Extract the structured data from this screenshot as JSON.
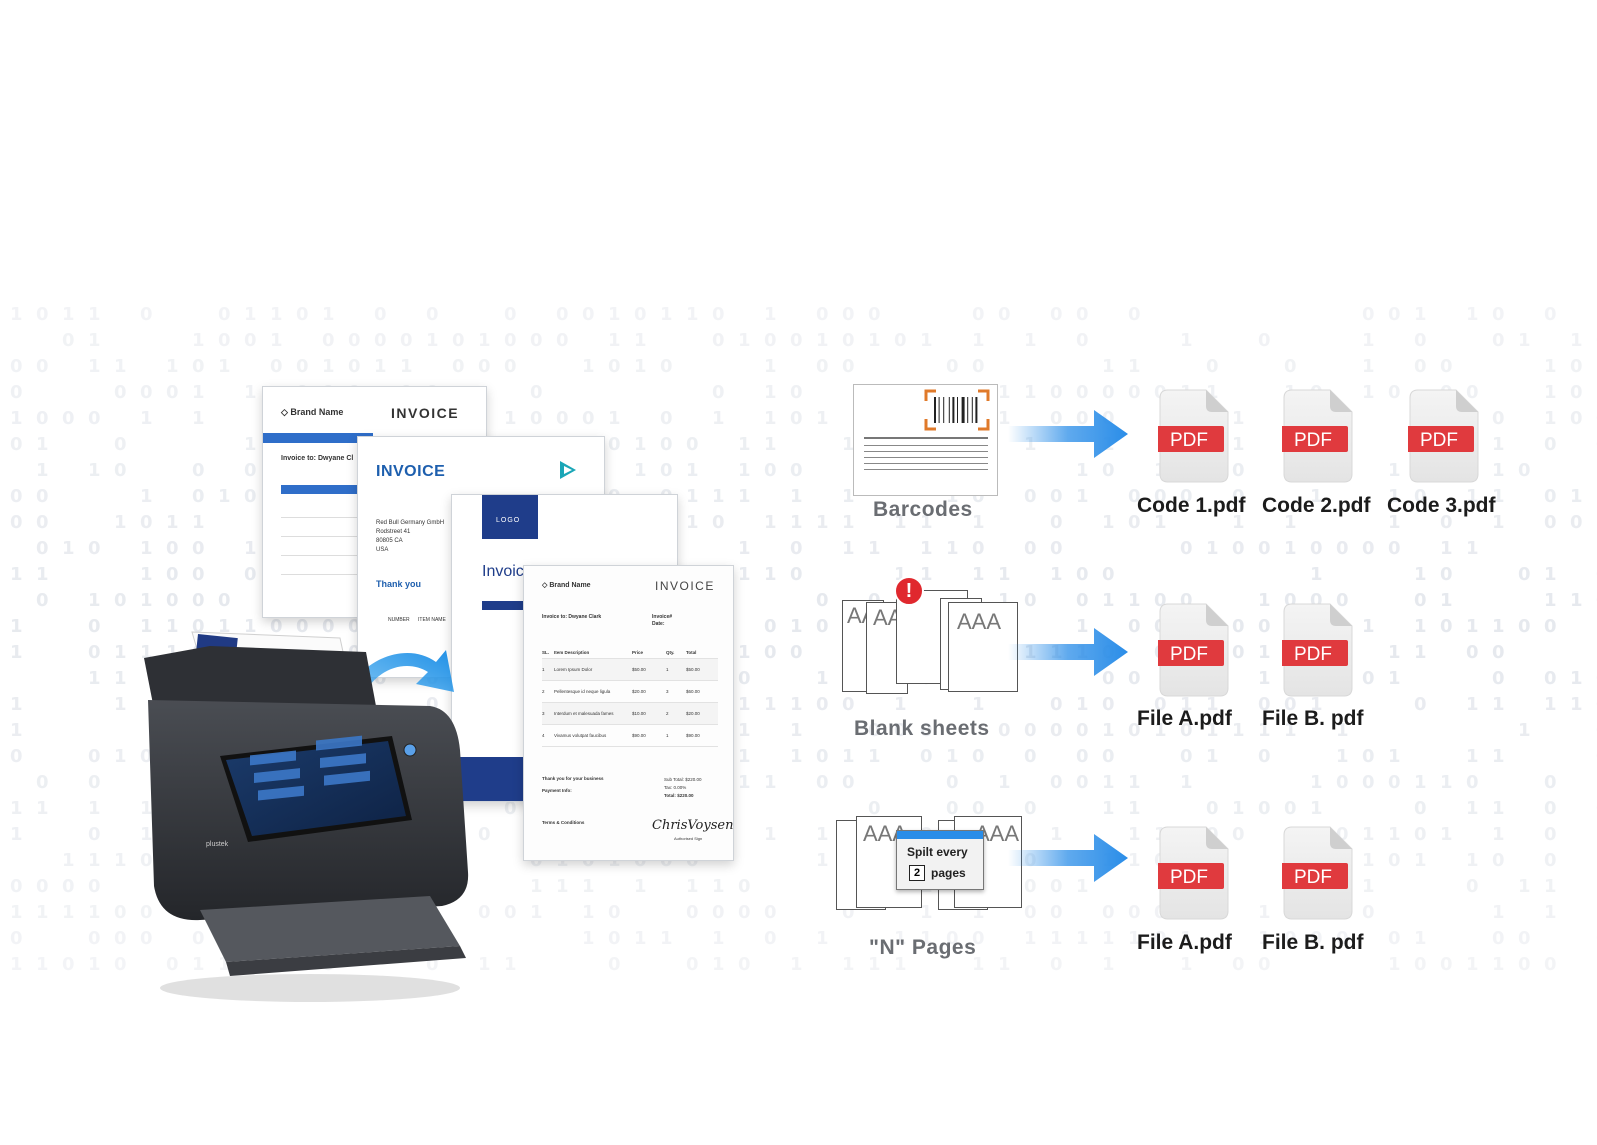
{
  "background": {
    "digit_color": "#e6e9ee"
  },
  "scanner": {
    "brand": "plustek",
    "screen_tiles": [
      "",
      "",
      "",
      "",
      "",
      "",
      "",
      ""
    ]
  },
  "documents": {
    "doc1": {
      "brand": "Brand Name",
      "title": "INVOICE",
      "invoice_to": "Invoice to:",
      "client": "Dwyane Cl"
    },
    "doc2": {
      "title": "INVOICE",
      "address": [
        "Red Bull Germany GmbH",
        "Rodstreet 41",
        "80805 CA",
        "USA"
      ],
      "thanks": "Thank you",
      "col_number": "NUMBER",
      "col_item": "ITEM NAME"
    },
    "doc3": {
      "logo": "LOGO",
      "title": "Invoic"
    },
    "doc4": {
      "brand": "Brand Name",
      "title": "INVOICE",
      "invoice_to": "Invoice to: Dwyane Clark",
      "invoice_no": "Invoice#",
      "date": "Date:",
      "headers": [
        "SL.",
        "Item Description",
        "Price",
        "Qty.",
        "Total"
      ],
      "rows": [
        [
          "1",
          "Lorem Ipsum Dolor",
          "$50.00",
          "1",
          "$50.00"
        ],
        [
          "2",
          "Pellentesque id neque ligula",
          "$20.00",
          "3",
          "$60.00"
        ],
        [
          "3",
          "Interdum et malesuada fames",
          "$10.00",
          "2",
          "$20.00"
        ],
        [
          "4",
          "Vivamus volutpat faucibus",
          "$90.00",
          "1",
          "$90.00"
        ]
      ],
      "thanks": "Thank you for your business",
      "subtotal": "Sub Total:",
      "subtotal_val": "$220.00",
      "tax": "Tax:",
      "tax_val": "0.00%",
      "total": "Total:",
      "total_val": "$220.00",
      "payment": "Payment Info:",
      "terms": "Terms & Conditions",
      "signature": "ChrisVoysen",
      "sign_caption": "Authorised Sign"
    }
  },
  "methods": [
    {
      "label": "Barcodes",
      "outputs": [
        "Code 1.pdf",
        "Code 2.pdf",
        "Code 3.pdf"
      ]
    },
    {
      "label": "Blank sheets",
      "outputs": [
        "File A.pdf",
        "File B. pdf"
      ]
    },
    {
      "label": "\"N\" Pages",
      "outputs": [
        "File A.pdf",
        "File B. pdf"
      ]
    }
  ],
  "pdf_icon_text": "PDF",
  "sheet_text": "AAA",
  "split_dialog": {
    "line1": "Spilt every",
    "count": "2",
    "line2": "pages"
  },
  "alert_mark": "!",
  "colors": {
    "arrow": "#2a8de8",
    "pdf_badge": "#e03a3e",
    "barcode_bracket": "#e07a2a",
    "alert": "#e0282e"
  }
}
